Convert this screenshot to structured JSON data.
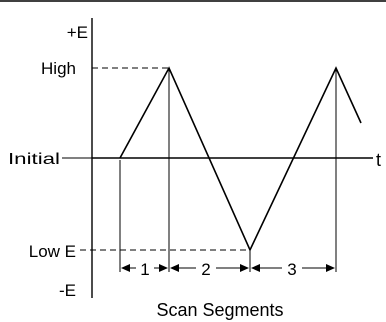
{
  "labels": {
    "plus_e": "+E",
    "high": "High",
    "initial": "Initial",
    "time": "t",
    "low_e": "Low E",
    "minus_e": "-E",
    "segment_1": "1",
    "segment_2": "2",
    "segment_3": "3",
    "caption": "Scan Segments"
  }
}
